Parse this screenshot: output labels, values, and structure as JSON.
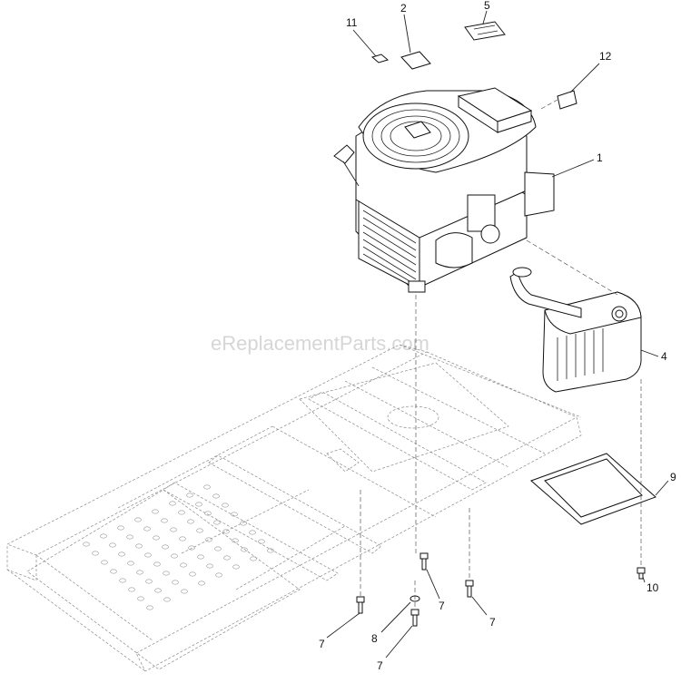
{
  "watermark": "eReplacementParts.com",
  "callouts": [
    {
      "id": "c11",
      "text": "11"
    },
    {
      "id": "c2",
      "text": "2"
    },
    {
      "id": "c5",
      "text": "5"
    },
    {
      "id": "c12",
      "text": "12"
    },
    {
      "id": "c1",
      "text": "1"
    },
    {
      "id": "c4",
      "text": "4"
    },
    {
      "id": "c9",
      "text": "9"
    },
    {
      "id": "c10",
      "text": "10"
    },
    {
      "id": "c7a",
      "text": "7"
    },
    {
      "id": "c7b",
      "text": "7"
    },
    {
      "id": "c7c",
      "text": "7"
    },
    {
      "id": "c8",
      "text": "8"
    },
    {
      "id": "c7d",
      "text": "7"
    }
  ]
}
